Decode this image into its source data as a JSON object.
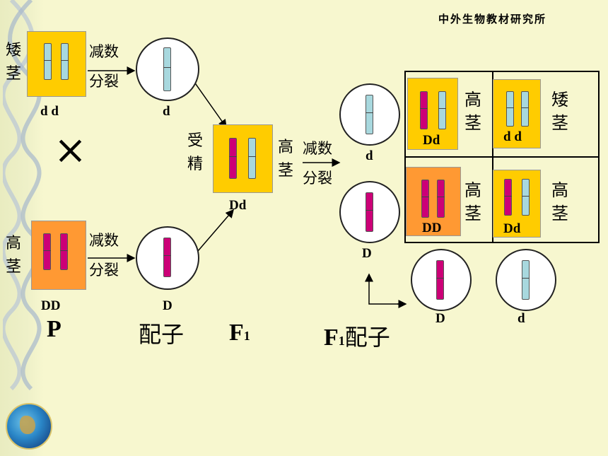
{
  "brand": "中外生物教材研究所",
  "colors": {
    "yellow_box": "#ffcc00",
    "orange_box": "#ff9933",
    "magenta": "#cc0077",
    "lightblue": "#a8d8de",
    "background": "#f7f7cf"
  },
  "parents": {
    "dwarf": {
      "trait": "矮茎",
      "genotype": "d d"
    },
    "tall": {
      "trait": "高茎",
      "genotype": "DD"
    },
    "cross_symbol": "×"
  },
  "meiosis_label": "减数分裂",
  "meiosis_line1": "减数",
  "meiosis_line2": "分裂",
  "gametes_p": {
    "d": "d",
    "D": "D"
  },
  "fertilization": "受精",
  "f1": {
    "trait": "高茎",
    "genotype": "Dd"
  },
  "f1_gametes_left": {
    "top": "d",
    "bottom": "D"
  },
  "f1_gametes_bottom": {
    "left": "D",
    "right": "d"
  },
  "punnett": [
    {
      "trait": "高茎",
      "genotype": "Dd"
    },
    {
      "trait": "矮茎",
      "genotype": "d d"
    },
    {
      "trait": "高茎",
      "genotype": "DD"
    },
    {
      "trait": "高茎",
      "genotype": "Dd"
    }
  ],
  "row_labels": {
    "p": "P",
    "gametes": "配子",
    "f1_main": "F",
    "f1_sub": "1",
    "f1_gametes_main": "F",
    "f1_gametes_sub": "1",
    "f1_gametes_suffix": "配子"
  }
}
